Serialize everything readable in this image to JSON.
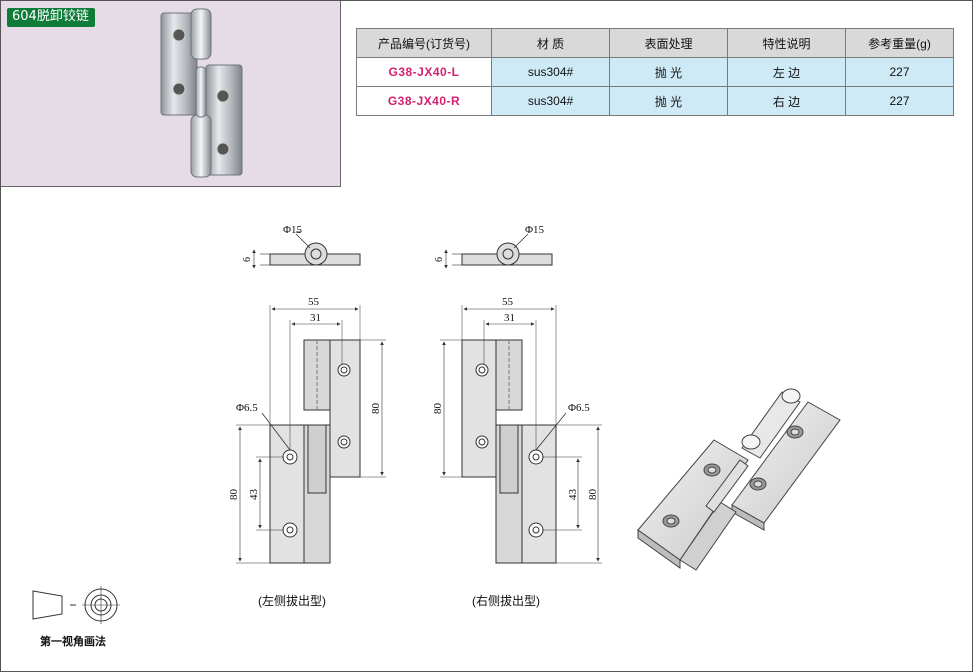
{
  "badge": "604脱卸铰链",
  "table": {
    "headers": [
      "产品编号(订货号)",
      "材  质",
      "表面处理",
      "特性说明",
      "参考重量(g)"
    ],
    "rows": [
      [
        "G38-JX40-L",
        "sus304#",
        "抛  光",
        "左  边",
        "227"
      ],
      [
        "G38-JX40-R",
        "sus304#",
        "抛  光",
        "右  边",
        "227"
      ]
    ]
  },
  "drawing": {
    "dia_pin": "Φ15",
    "thickness": "6",
    "width_total": "55",
    "width_leaf": "31",
    "height": "80",
    "hole_dia": "Φ6.5",
    "hole_pitch": "43"
  },
  "captions": {
    "left": "(左侧拔出型)",
    "right": "(右侧拔出型)",
    "projection": "第一视角画法"
  }
}
